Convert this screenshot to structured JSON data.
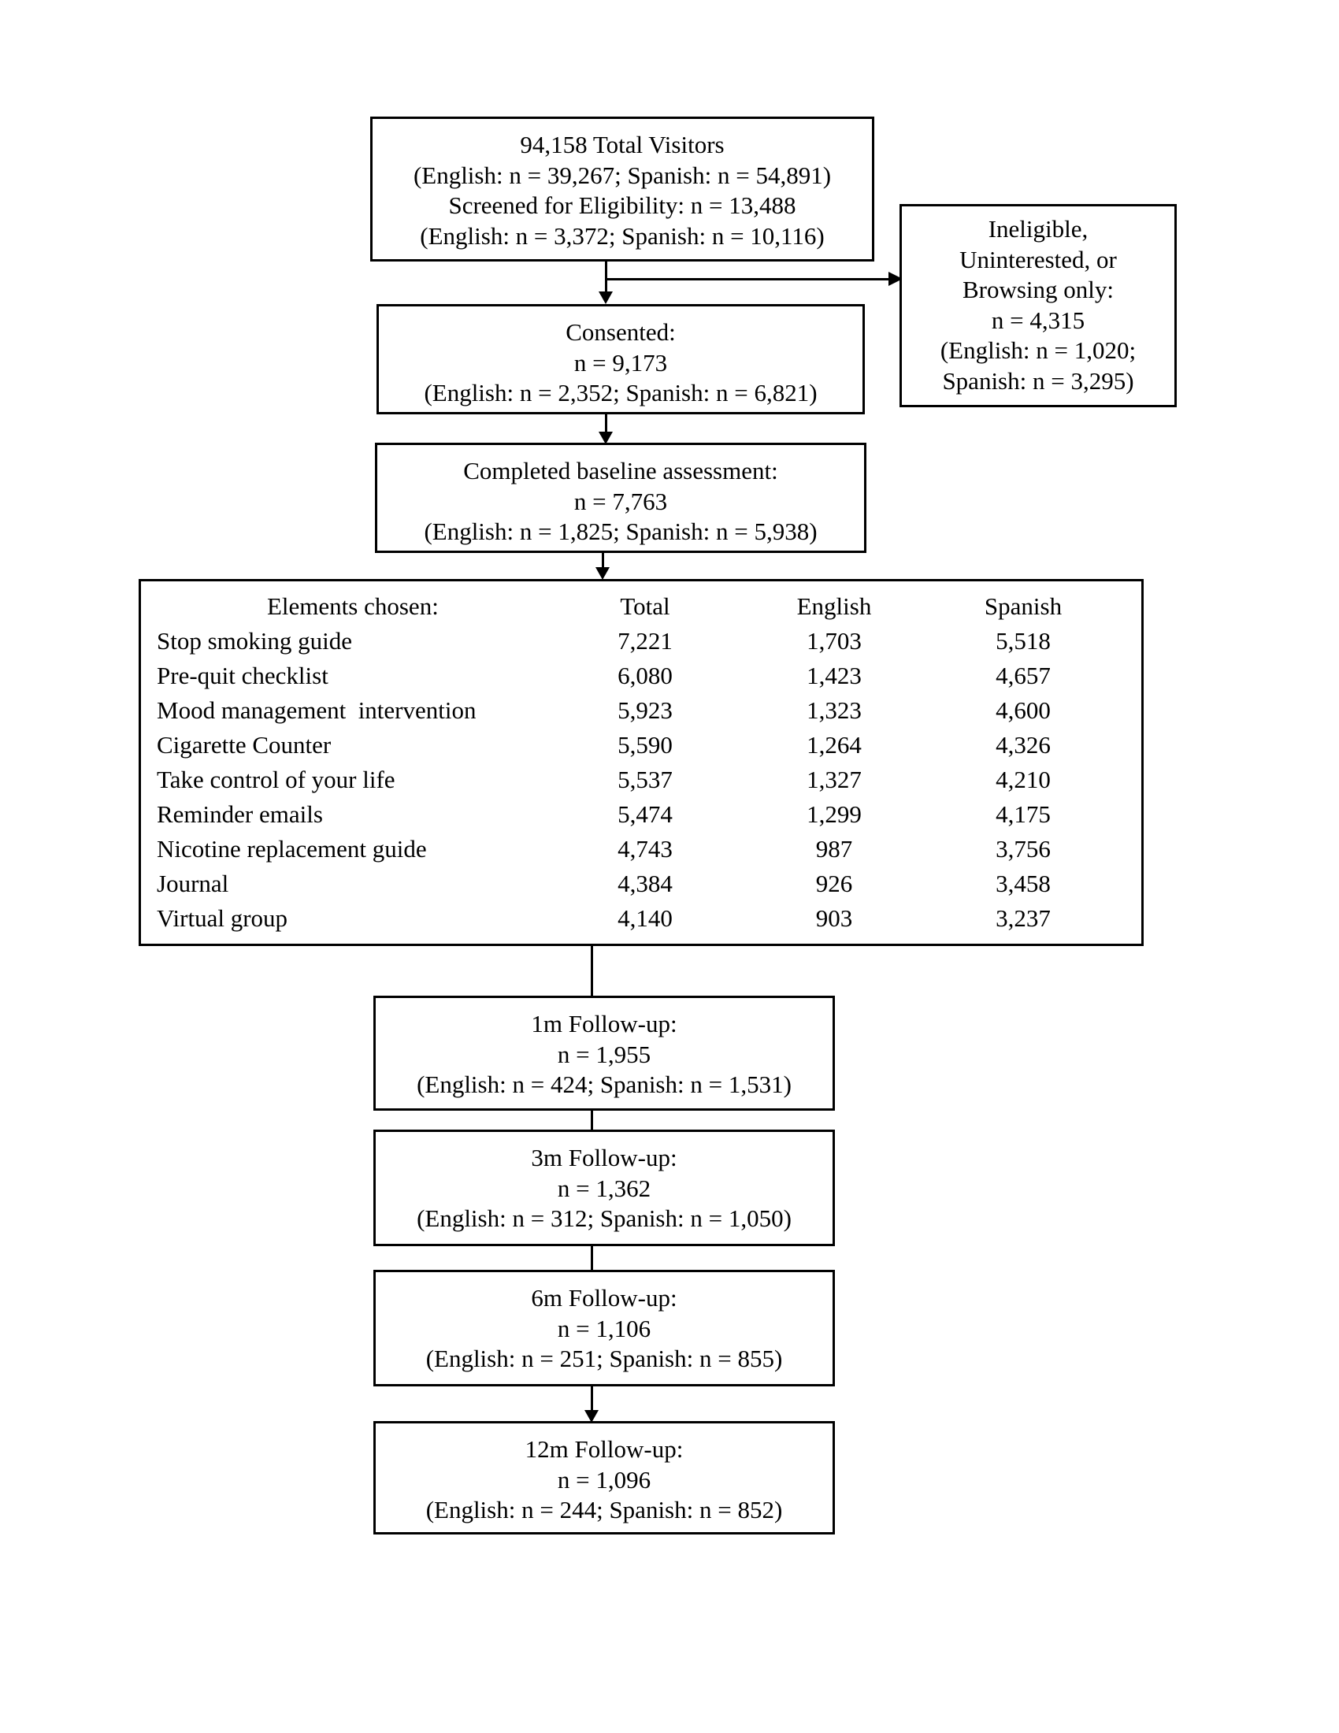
{
  "total_visitors": {
    "lines": [
      "94,158 Total Visitors",
      "(English: n = 39,267; Spanish: n = 54,891)",
      "Screened for Eligibility: n = 13,488",
      "(English: n = 3,372; Spanish: n = 10,116)"
    ]
  },
  "ineligible": {
    "lines": [
      "Ineligible,",
      "Uninterested, or",
      "Browsing only:",
      "n = 4,315",
      "(English: n = 1,020;",
      "Spanish: n = 3,295)"
    ]
  },
  "consented": {
    "lines": [
      "Consented:",
      "n = 9,173",
      "(English: n = 2,352; Spanish: n = 6,821)"
    ]
  },
  "baseline": {
    "lines": [
      "Completed baseline assessment:",
      "n = 7,763",
      "(English: n = 1,825; Spanish: n = 5,938)"
    ]
  },
  "elements": {
    "header": {
      "name": "Elements chosen:",
      "total": "Total",
      "english": "English",
      "spanish": "Spanish"
    },
    "rows": [
      {
        "name": "Stop smoking guide",
        "total": "7,221",
        "english": "1,703",
        "spanish": "5,518"
      },
      {
        "name": "Pre-quit checklist",
        "total": "6,080",
        "english": "1,423",
        "spanish": "4,657"
      },
      {
        "name": "Mood management  intervention",
        "total": "5,923",
        "english": "1,323",
        "spanish": "4,600"
      },
      {
        "name": "Cigarette Counter",
        "total": "5,590",
        "english": "1,264",
        "spanish": "4,326"
      },
      {
        "name": "Take control of your life",
        "total": "5,537",
        "english": "1,327",
        "spanish": "4,210"
      },
      {
        "name": "Reminder emails",
        "total": "5,474",
        "english": "1,299",
        "spanish": "4,175"
      },
      {
        "name": "Nicotine replacement guide",
        "total": "4,743",
        "english": "987",
        "spanish": "3,756"
      },
      {
        "name": "Journal",
        "total": "4,384",
        "english": "926",
        "spanish": "3,458"
      },
      {
        "name": "Virtual group",
        "total": "4,140",
        "english": "903",
        "spanish": "3,237"
      }
    ]
  },
  "followup_1m": {
    "lines": [
      "1m Follow-up:",
      "n = 1,955",
      "(English: n = 424; Spanish: n = 1,531)"
    ]
  },
  "followup_3m": {
    "lines": [
      "3m Follow-up:",
      "n = 1,362",
      "(English: n = 312; Spanish: n = 1,050)"
    ]
  },
  "followup_6m": {
    "lines": [
      "6m Follow-up:",
      "n = 1,106",
      "(English: n = 251; Spanish: n = 855)"
    ]
  },
  "followup_12m": {
    "lines": [
      "12m Follow-up:",
      "n = 1,096",
      "(English: n = 244; Spanish: n = 852)"
    ]
  }
}
